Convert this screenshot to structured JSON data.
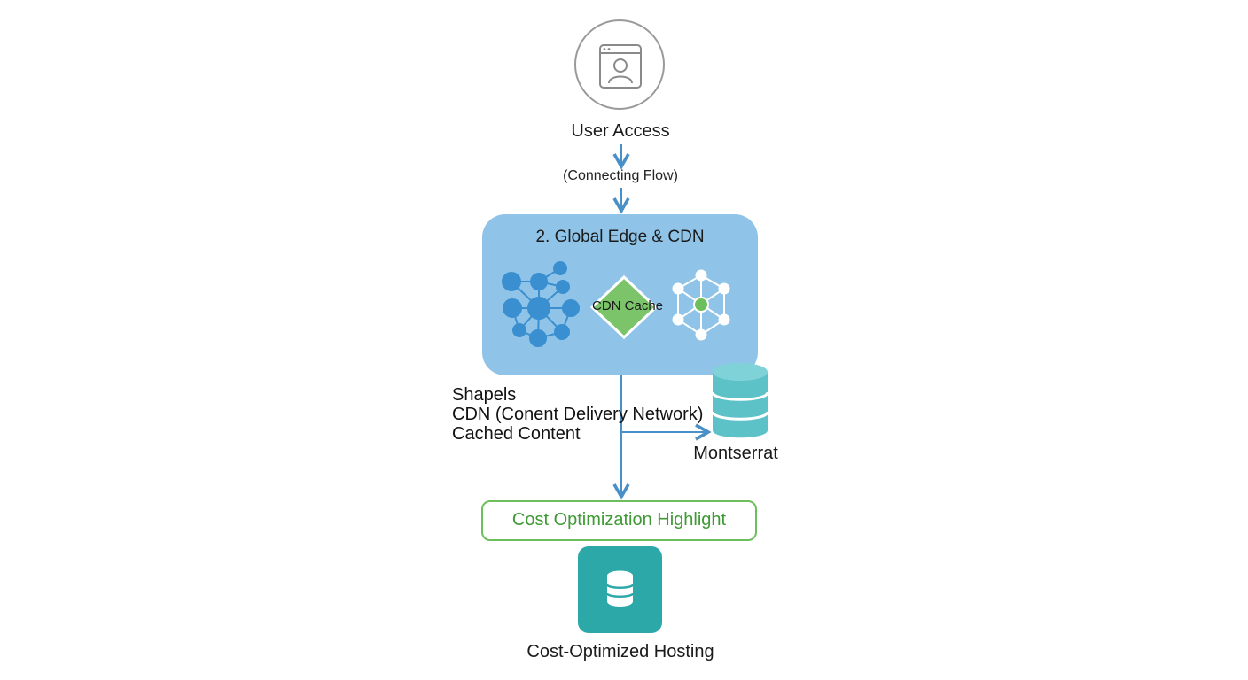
{
  "nodes": {
    "user_access": {
      "label": "User Access",
      "icon": "user-browser-icon"
    },
    "connecting_flow": {
      "label": "(Connecting Flow)"
    },
    "edge_cdn": {
      "title": "2. Global Edge & CDN",
      "cache_label": "CDN Cache",
      "icons": [
        "network-mesh-icon",
        "cdn-cache-diamond-icon",
        "hexagon-network-icon"
      ]
    },
    "annotation": {
      "lines": [
        "Shapels",
        "CDN (Conent Delivery Network)",
        "Cached Content"
      ]
    },
    "database": {
      "label": "Montserrat",
      "icon": "database-cylinder-icon"
    },
    "cost_highlight": {
      "label": "Cost Optimization Highlight"
    },
    "hosting": {
      "label": "Cost-Optimized Hosting",
      "icon": "database-icon"
    }
  },
  "colors": {
    "edge_box": "#8fc4e8",
    "arrow": "#4a90c8",
    "mesh_node": "#3a8fd0",
    "cache_green": "#7cc46a",
    "highlight_green": "#3f9a35",
    "db_teal": "#5cc2c8",
    "hosting_teal": "#2ca8a8",
    "circle_gray": "#9a9a9a"
  }
}
